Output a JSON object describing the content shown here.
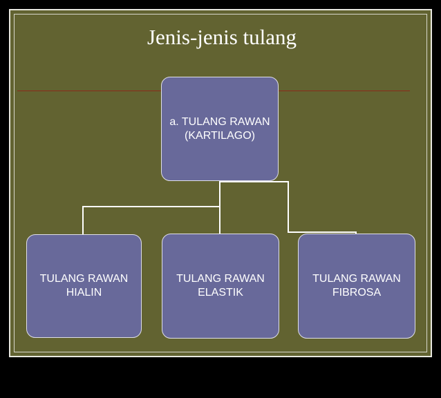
{
  "title": "Jenis-jenis tulang",
  "root": {
    "line1": "a. TULANG RAWAN",
    "line2": "(KARTILAGO)"
  },
  "children": [
    {
      "line1": "TULANG RAWAN",
      "line2": "HIALIN"
    },
    {
      "line1": "TULANG RAWAN",
      "line2": "ELASTIK"
    },
    {
      "line1": "TULANG RAWAN",
      "line2": "FIBROSA"
    }
  ],
  "colors": {
    "background": "#626331",
    "node_fill": "#68699a",
    "connector": "#ffffff",
    "rule": "#8a2a1a"
  }
}
